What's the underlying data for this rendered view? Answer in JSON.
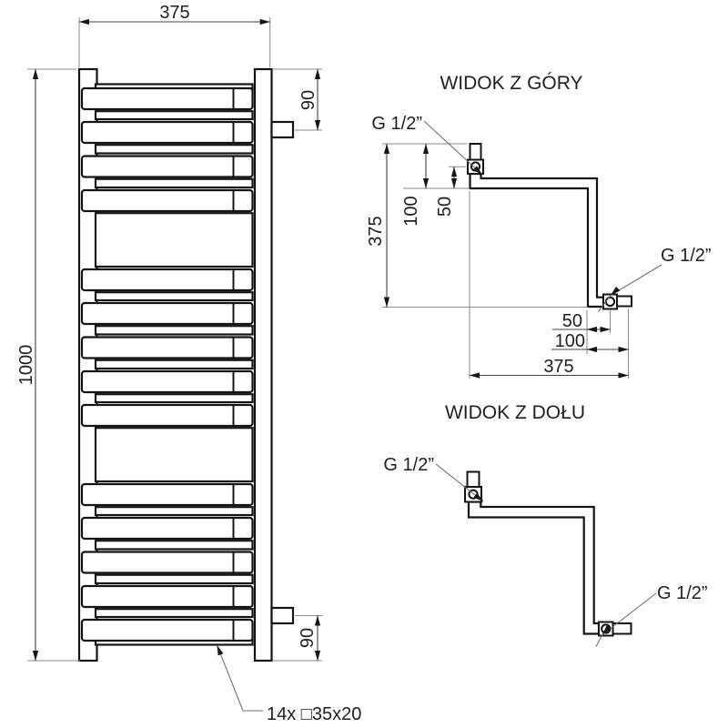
{
  "front_view": {
    "width_mm": "375",
    "height_mm": "1000",
    "top_connection_offset_mm": "90",
    "bottom_connection_offset_mm": "90",
    "bars_note": "14x □35x20"
  },
  "top_view": {
    "title": "WIDOK Z GÓRY",
    "left_connection_label": "G 1/2”",
    "right_connection_label": "G 1/2”",
    "dim_depth_mm": "375",
    "dim_top_100_mm": "100",
    "dim_top_50_mm": "50",
    "dim_bottom_50_mm": "50",
    "dim_bottom_100_mm": "100",
    "dim_bottom_width_mm": "375"
  },
  "bottom_view": {
    "title": "WIDOK Z DOŁU",
    "left_connection_label": "G 1/2”",
    "right_connection_label": "G 1/2”"
  }
}
